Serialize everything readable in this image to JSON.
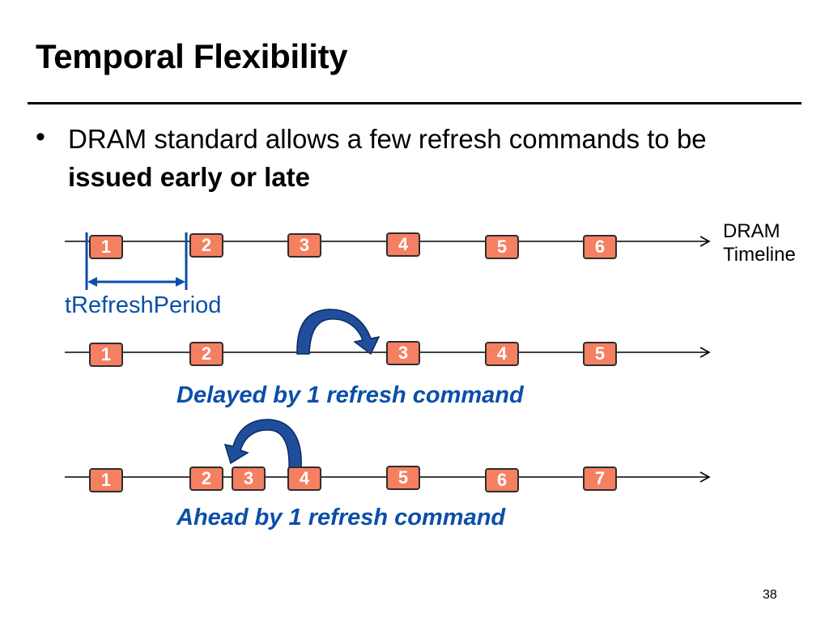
{
  "title": "Temporal Flexibility",
  "bullet": {
    "marker": "•",
    "text_prefix": "DRAM standard allows a few refresh commands to be ",
    "text_bold": "issued early or late"
  },
  "timeline": {
    "label_line1": "DRAM",
    "label_line2": "Timeline",
    "period_label": "tRefreshPeriod"
  },
  "rows": [
    {
      "id": "normal",
      "commands": [
        "1",
        "2",
        "3",
        "4",
        "5",
        "6"
      ],
      "caption": ""
    },
    {
      "id": "delayed",
      "commands": [
        "1",
        "2",
        "3",
        "4",
        "5"
      ],
      "caption": "Delayed by 1 refresh command"
    },
    {
      "id": "ahead",
      "commands": [
        "1",
        "2",
        "3",
        "4",
        "5",
        "6",
        "7"
      ],
      "caption": "Ahead by 1 refresh command"
    }
  ],
  "page_number": "38",
  "colors": {
    "box_fill": "#f57f61",
    "box_border": "#2e2e2e",
    "accent_blue": "#0b4fa8",
    "arrow_fill": "#1f4e9c"
  }
}
